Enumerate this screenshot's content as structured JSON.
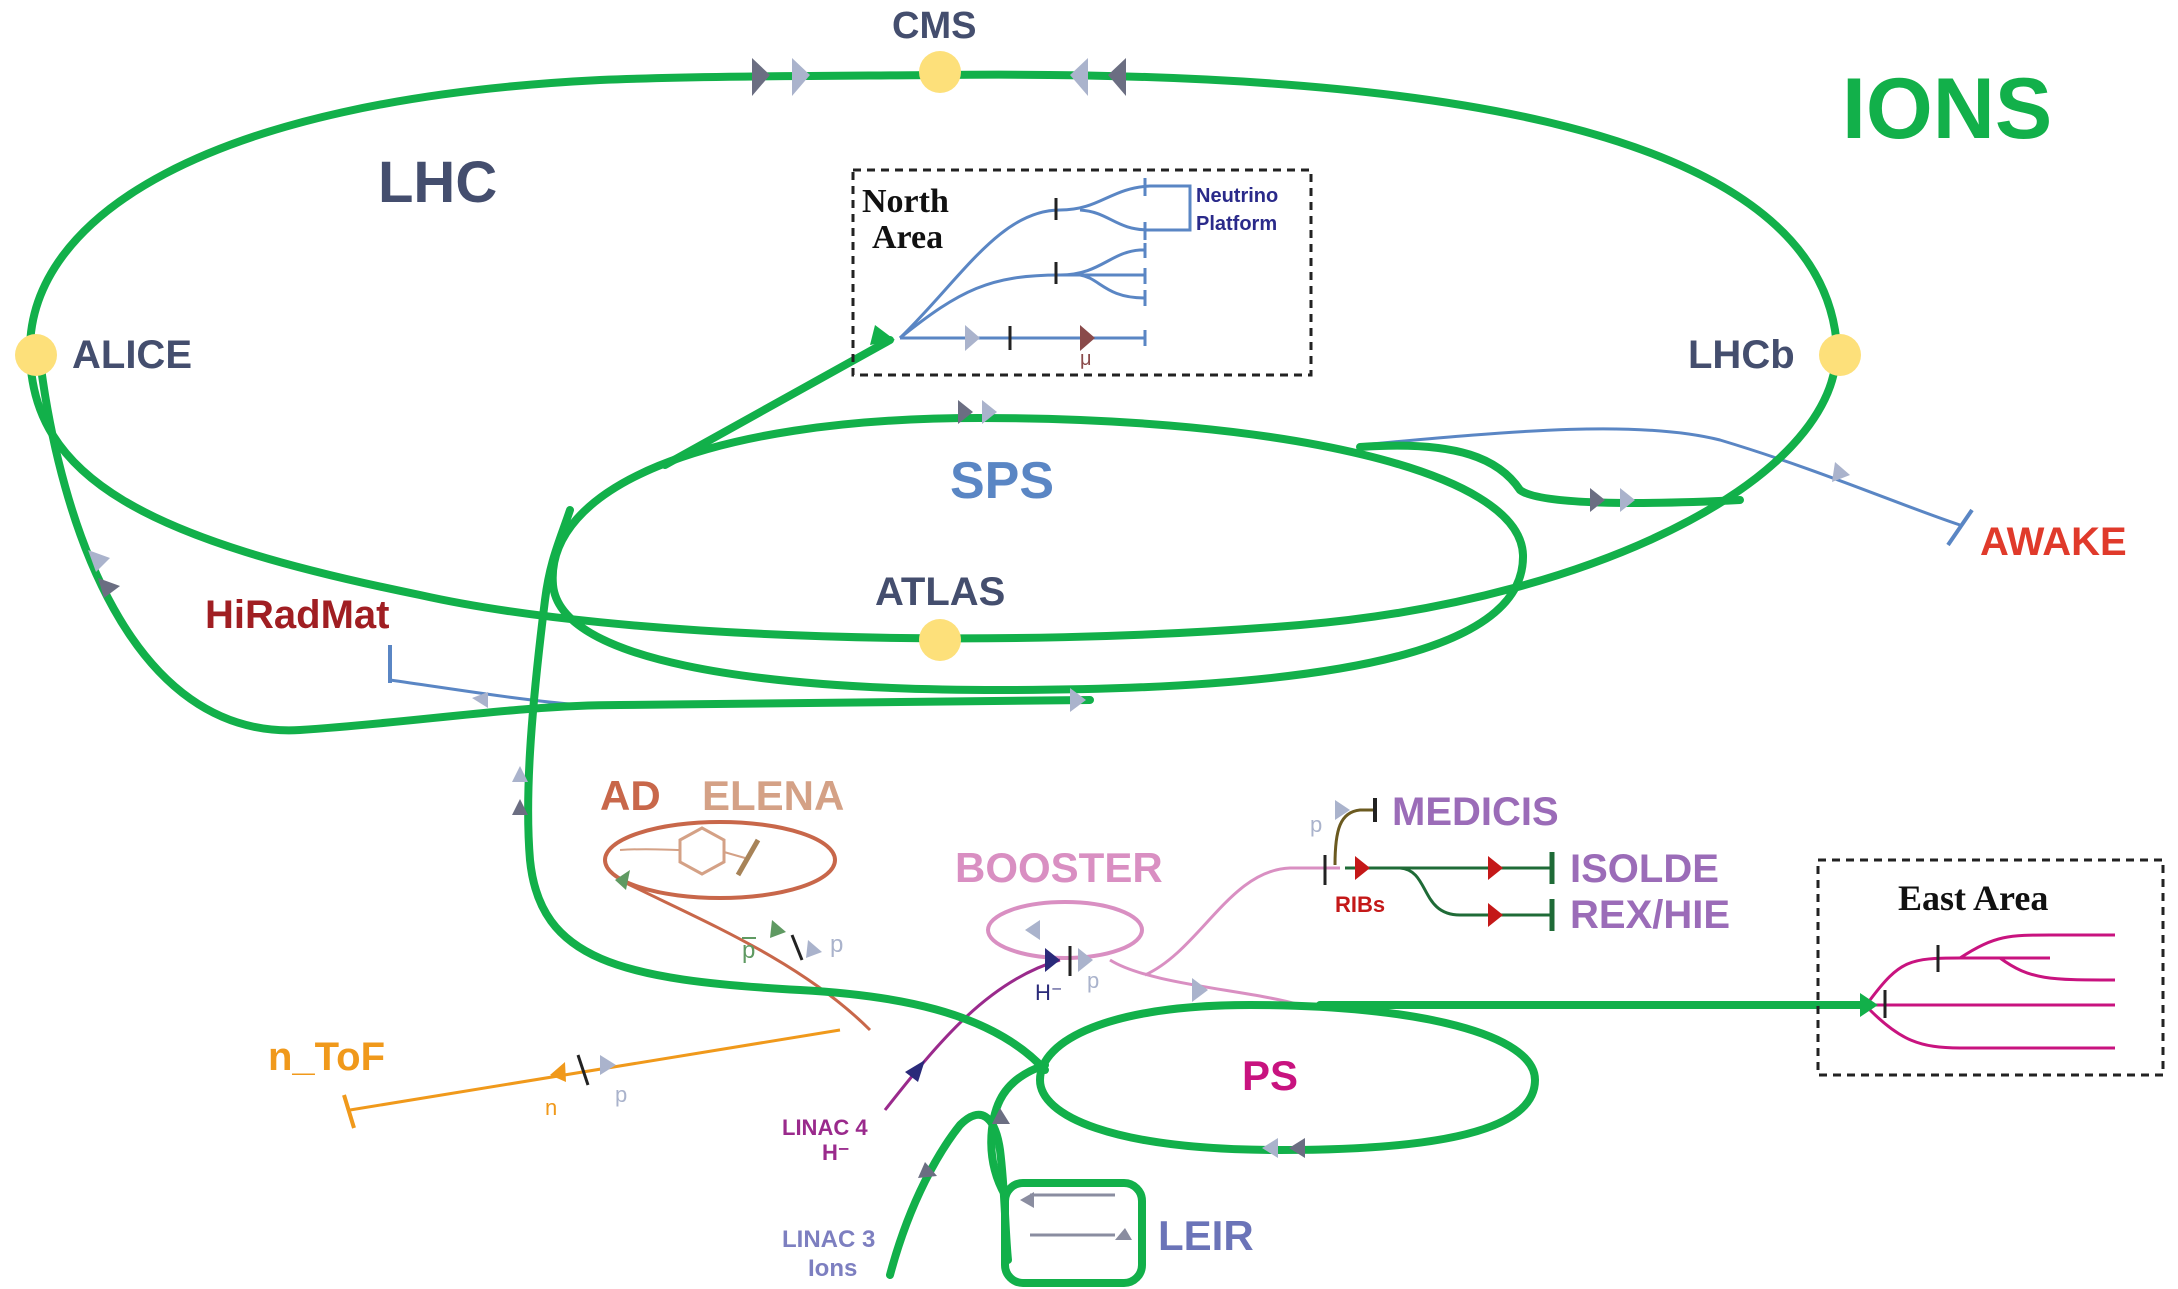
{
  "title": "IONS",
  "colors": {
    "ion_path": "#12b04a",
    "lhc_text": "#444e6e",
    "sps_text": "#5a86c4",
    "ps_text": "#c8137f",
    "booster_text": "#d98fc2",
    "isolde_text": "#9b6cb8",
    "awake_text": "#e03a2b",
    "hiradmat_text": "#a01e22",
    "ntof_text": "#f0991b",
    "ad_text": "#c8674a",
    "elena_text": "#d4a186",
    "leir_text": "#6b74b8",
    "linac_text": "#7d7fc0",
    "linac4_text": "#9a2a8c",
    "detector_dot": "#fde07a",
    "transfer_line": "#5a86c4",
    "arrow_light": "#aab3cc",
    "arrow_dark": "#6b6e82"
  },
  "labels": {
    "cms": "CMS",
    "lhc": "LHC",
    "alice": "ALICE",
    "lhcb": "LHCb",
    "atlas": "ATLAS",
    "sps": "SPS",
    "awake": "AWAKE",
    "hiradmat": "HiRadMat",
    "north_area_line1": "North",
    "north_area_line2": "Area",
    "neutrino_line1": "Neutrino",
    "neutrino_line2": "Platform",
    "mu": "μ",
    "ad": "AD",
    "elena": "ELENA",
    "booster": "BOOSTER",
    "medicis": "MEDICIS",
    "isolde": "ISOLDE",
    "rex_hie": "REX/HIE",
    "ribs": "RIBs",
    "east_area": "East Area",
    "ps": "PS",
    "ntof": "n_ToF",
    "n": "n",
    "p_ntof": "p",
    "pbar": "p",
    "p_ad": "p",
    "h_minus": "H⁻",
    "p_booster": "p",
    "p_medicis": "p",
    "linac4_line1": "LINAC 4",
    "linac4_line2": "H⁻",
    "linac3_line1": "LINAC 3",
    "linac3_line2": "Ions",
    "leir": "LEIR"
  }
}
